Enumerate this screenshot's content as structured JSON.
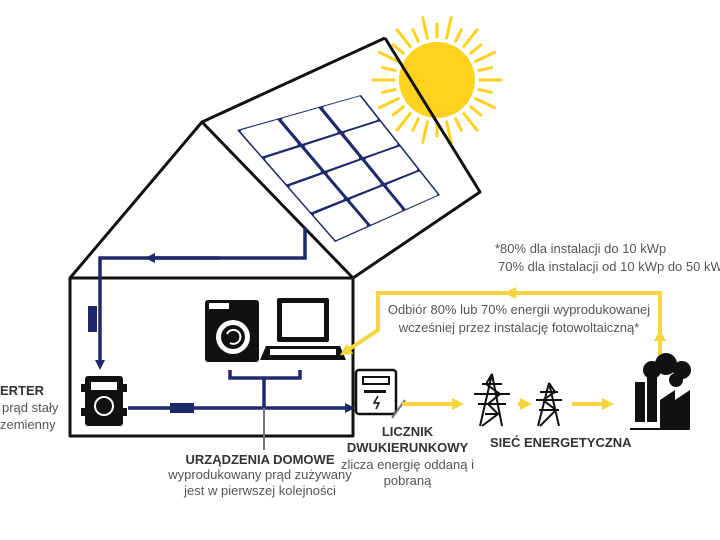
{
  "note": {
    "line1": "*80% dla instalacji do 10 kWp",
    "line2": "70% dla instalacji od 10 kWp do 50 kW"
  },
  "grid_feed": {
    "line1": "Odbiór 80% lub 70% energii wyprodukowanej",
    "line2": "wcześniej przez instalację fotowoltaiczną*"
  },
  "inverter": {
    "title": "ERTER",
    "line1": "prąd stały",
    "line2": "zemienny"
  },
  "appliances": {
    "title": "URZĄDZENIA DOMOWE",
    "line1": "wyprodukowany prąd zużywany",
    "line2": "jest w pierwszej kolejności"
  },
  "meter": {
    "title1": "LICZNIK",
    "title2": "DWUKIERUNKOWY",
    "line1": "zlicza energię oddaną i",
    "line2": "pobraną"
  },
  "grid": {
    "title": "SIEĆ ENERGETYCZNA"
  },
  "colors": {
    "navy": "#1f2a6b",
    "yellow": "#f5d63d",
    "sun": "#ffd21f",
    "outline": "#111111"
  }
}
